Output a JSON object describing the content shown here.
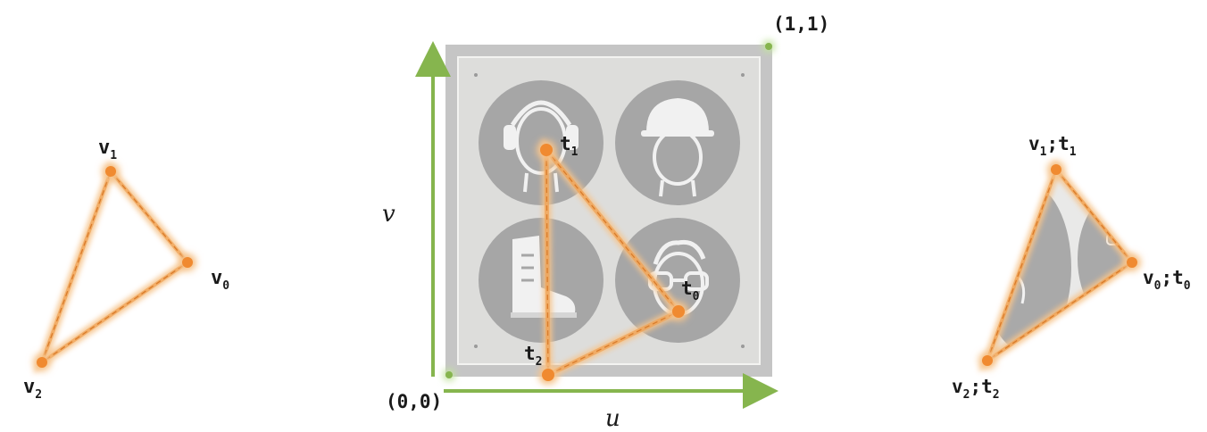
{
  "left_triangle": {
    "v0": {
      "base": "v",
      "sub": "0"
    },
    "v1": {
      "base": "v",
      "sub": "1"
    },
    "v2": {
      "base": "v",
      "sub": "2"
    }
  },
  "texture": {
    "t0": {
      "base": "t",
      "sub": "0"
    },
    "t1": {
      "base": "t",
      "sub": "1"
    },
    "t2": {
      "base": "t",
      "sub": "2"
    },
    "origin_label": "(0,0)",
    "corner_label": "(1,1)",
    "u_axis_label": "u",
    "v_axis_label": "v",
    "icons": [
      "ear-protection-icon",
      "hard-hat-icon",
      "safety-boot-icon",
      "safety-goggles-icon"
    ]
  },
  "right_triangle": {
    "v0t0": {
      "base": "v",
      "sub": "0",
      "sep": ";",
      "base2": "t",
      "sub2": "0"
    },
    "v1t1": {
      "base": "v",
      "sub": "1",
      "sep": ";",
      "base2": "t",
      "sub2": "1"
    },
    "v2t2": {
      "base": "v",
      "sub": "2",
      "sep": ";",
      "base2": "t",
      "sub2": "2"
    }
  },
  "colors": {
    "edge": "#f0a050",
    "vertex": "#f08a30",
    "axis": "#86b54e",
    "plate": "#cfcfcf",
    "sign": "#9a9a9a"
  }
}
